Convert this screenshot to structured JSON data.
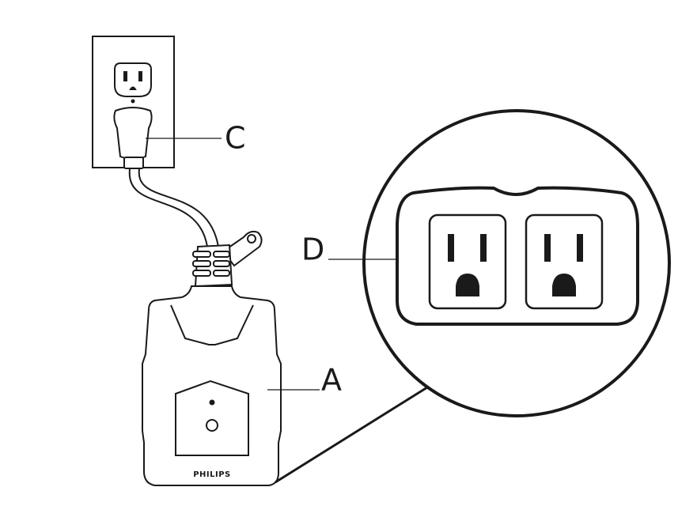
{
  "labels": {
    "a": "A",
    "c": "C",
    "d": "D"
  },
  "device": {
    "brand": "PHILIPS"
  },
  "colors": {
    "line": "#1a1a1a",
    "background": "#ffffff"
  }
}
